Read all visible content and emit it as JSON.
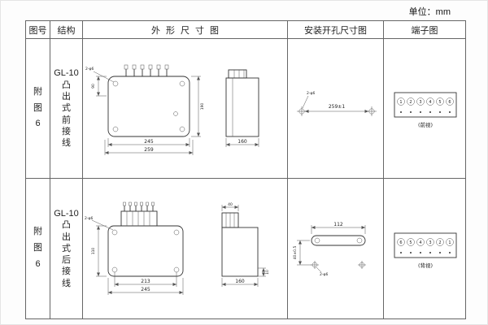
{
  "page": {
    "unit_label": "单位：mm"
  },
  "table": {
    "headers": {
      "fig_no": "图号",
      "structure": "结构",
      "outline": "外形尺寸图",
      "install": "安装开孔尺寸图",
      "terminal": "端子图"
    }
  },
  "rows": [
    {
      "figure_no": "附\n图\n6",
      "structure": "GL-10\n凸\n出\n式\n前\n接\n线",
      "outline": {
        "dim_width_inner": "245",
        "dim_width_outer": "259",
        "dim_height_top": "90",
        "dim_height_overall": "190",
        "dim_depth": "160",
        "hole_note": "2-φ6"
      },
      "install": {
        "dim_span": "259±1",
        "hole_note": "2-φ6"
      },
      "terminal": {
        "numbers": [
          "1",
          "2",
          "3",
          "4",
          "5",
          "6"
        ],
        "caption": "(前视)"
      }
    },
    {
      "figure_no": "附\n图\n6",
      "structure": "GL-10\n凸\n出\n式\n后\n接\n线",
      "outline": {
        "dim_width_inner": "213",
        "dim_width_outer": "245",
        "dim_height_overall": "110",
        "dim_block": "40",
        "dim_small": "10",
        "dim_depth": "160",
        "hole_note": "2-φ6"
      },
      "install": {
        "dim_span": "112",
        "dim_height": "40±0.5",
        "hole_note": "2-φ6"
      },
      "terminal": {
        "numbers": [
          "6",
          "5",
          "4",
          "3",
          "2",
          "1"
        ],
        "caption": "(背视)"
      }
    }
  ]
}
